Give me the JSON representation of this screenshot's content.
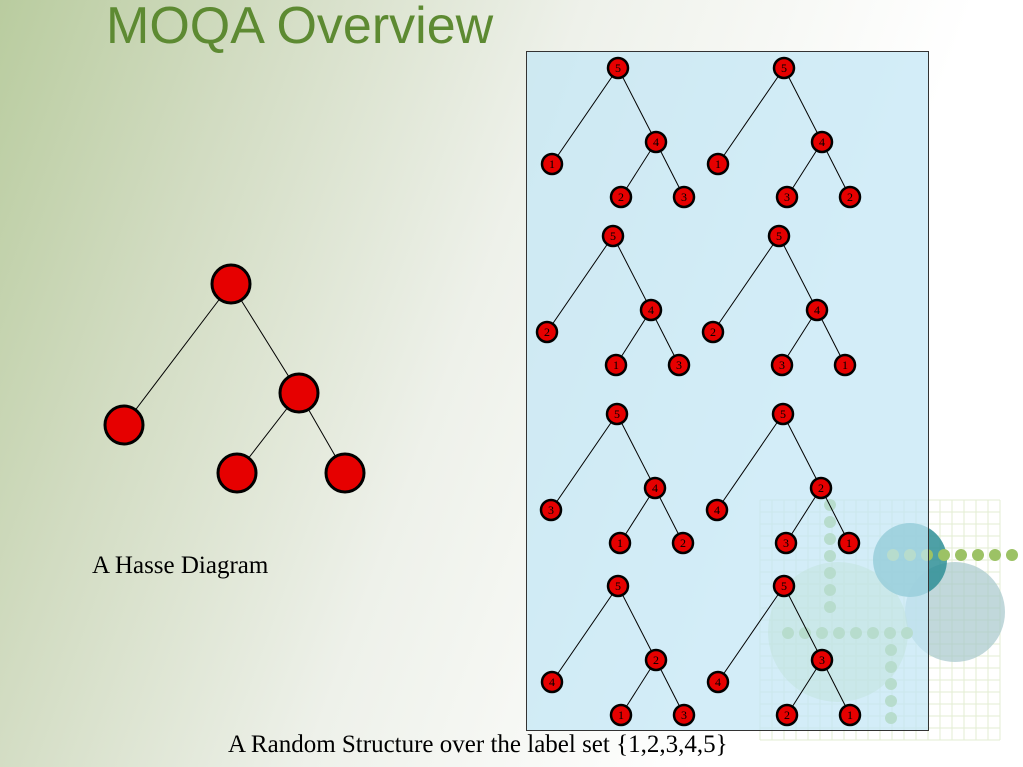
{
  "title": "MOQA Overview",
  "hasse_caption": "A Hasse Diagram",
  "structure_caption": "A Random Structure over the label set {1,2,3,4,5}",
  "colors": {
    "title": "#5d8a32",
    "node_fill": "#e60000",
    "node_stroke": "#000000",
    "panel_fill": "#c2e6f5",
    "deco_green": "#9cc265",
    "deco_teal": "#2f8f97"
  },
  "hasse": {
    "nodes": [
      "top",
      "left-leaf",
      "middle",
      "bottom-left",
      "bottom-right"
    ],
    "edges": [
      [
        "top",
        "left-leaf"
      ],
      [
        "top",
        "middle"
      ],
      [
        "middle",
        "bottom-left"
      ],
      [
        "middle",
        "bottom-right"
      ]
    ]
  },
  "labeled_trees": [
    {
      "root": "5",
      "left": "1",
      "mid": "4",
      "bl": "2",
      "br": "3"
    },
    {
      "root": "5",
      "left": "1",
      "mid": "4",
      "bl": "3",
      "br": "2"
    },
    {
      "root": "5",
      "left": "2",
      "mid": "4",
      "bl": "1",
      "br": "3"
    },
    {
      "root": "5",
      "left": "2",
      "mid": "4",
      "bl": "3",
      "br": "1"
    },
    {
      "root": "5",
      "left": "3",
      "mid": "4",
      "bl": "1",
      "br": "2"
    },
    {
      "root": "5",
      "left": "4",
      "mid": "2",
      "bl": "3",
      "br": "1"
    },
    {
      "root": "5",
      "left": "4",
      "mid": "2",
      "bl": "1",
      "br": "3"
    },
    {
      "root": "5",
      "left": "4",
      "mid": "3",
      "bl": "2",
      "br": "1"
    }
  ]
}
